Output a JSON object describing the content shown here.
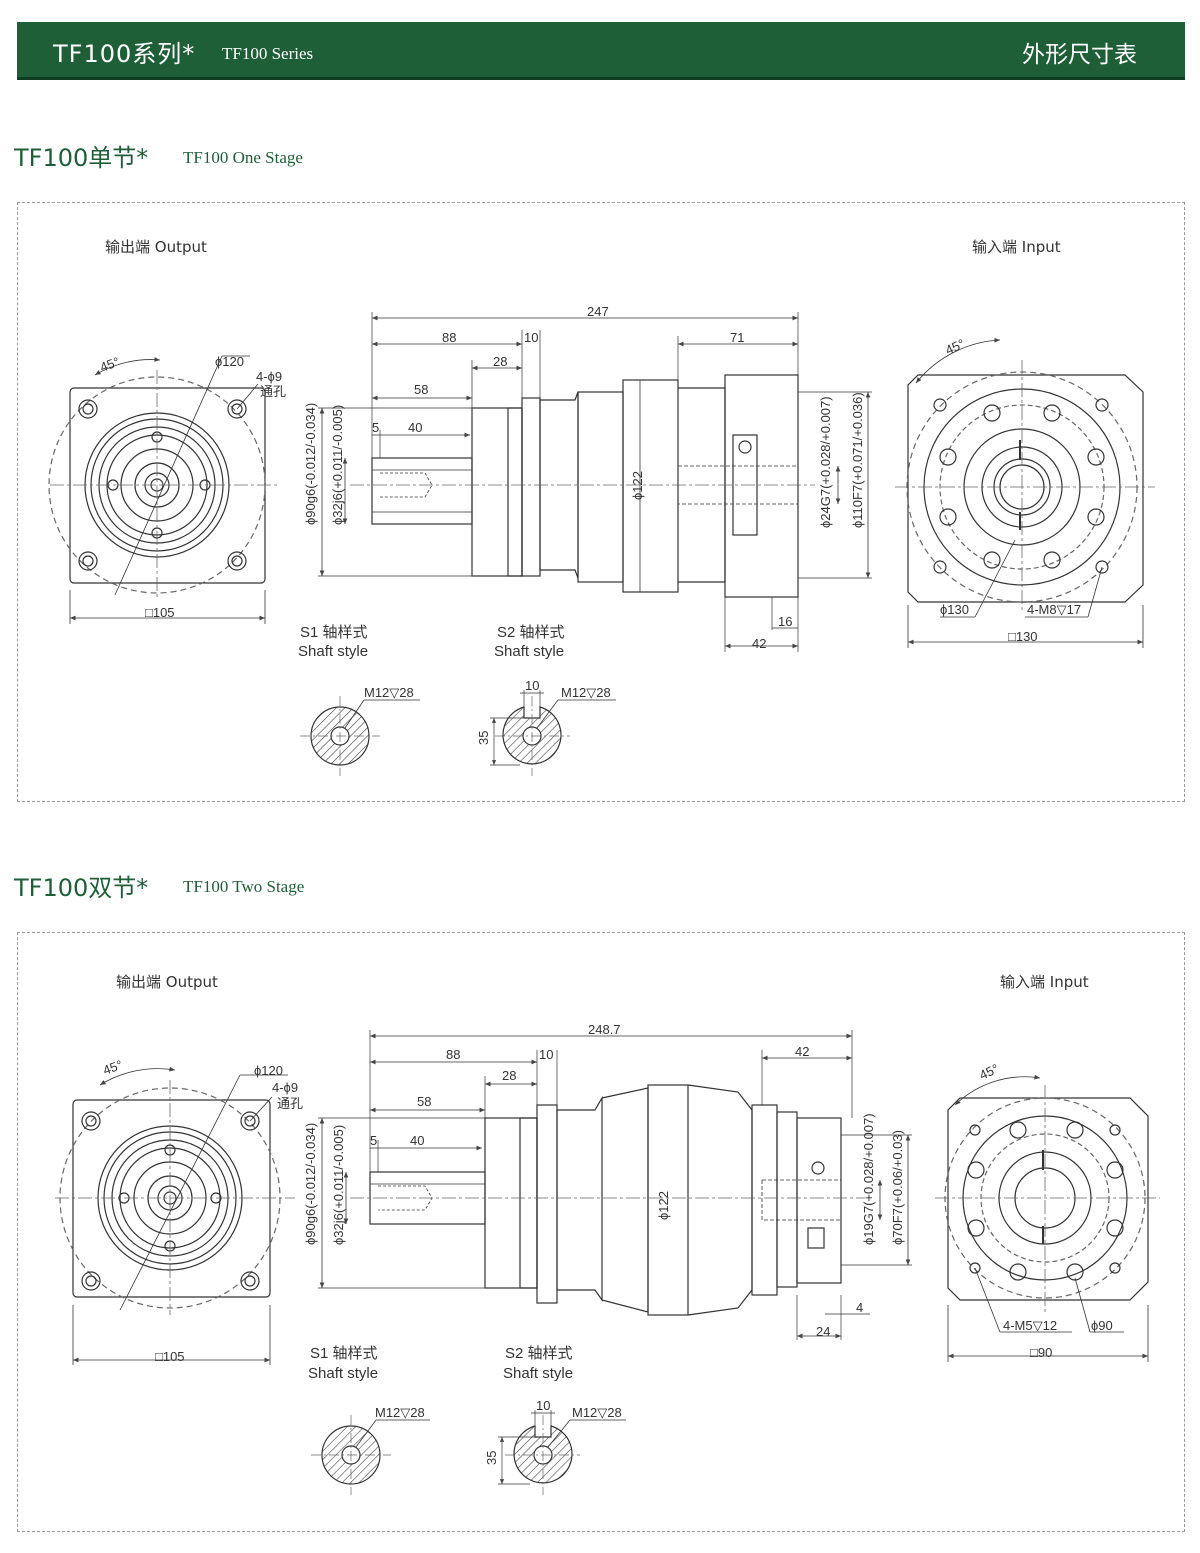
{
  "header": {
    "title_cn": "TF100系列*",
    "title_en": "TF100 Series",
    "right_label": "外形尺寸表"
  },
  "colors": {
    "brand_green": "#1f5f38"
  },
  "one_stage": {
    "title_cn": "TF100单节*",
    "title_en": "TF100 One Stage",
    "output_label": "输出端  Output",
    "input_label": "输入端  Input",
    "dims": {
      "total": "247",
      "d88": "88",
      "d10": "10",
      "d28": "28",
      "d58": "58",
      "d5": "5",
      "d40": "40",
      "d71": "71",
      "d16": "16",
      "d42": "42",
      "phi122": "ϕ122",
      "phi120": "ϕ120",
      "holes": "4-ϕ9",
      "through": "通孔",
      "angle": "45°",
      "sq_out": "□105",
      "phi130": "ϕ130",
      "tap": "4-M8▽17",
      "sq_in": "□130",
      "phi90": "ϕ90g6(-0.012/-0.034)",
      "phi32": "ϕ32j6(+0.011/-0.005)",
      "phi24": "ϕ24G7(+0.028/+0.007)",
      "phi110": "ϕ110F7(+0.071/+0.036)"
    },
    "shaft": {
      "s1_title": "S1 轴样式",
      "s1_sub": "Shaft style",
      "s2_title": "S2 轴样式",
      "s2_sub": "Shaft style",
      "s1_thread": "M12▽28",
      "s2_thread": "M12▽28",
      "key_width": "10",
      "key_height": "35"
    }
  },
  "two_stage": {
    "title_cn": "TF100双节*",
    "title_en": "TF100 Two Stage",
    "output_label": "输出端  Output",
    "input_label": "输入端  Input",
    "dims": {
      "total": "248.7",
      "d88": "88",
      "d10": "10",
      "d28": "28",
      "d58": "58",
      "d5": "5",
      "d40": "40",
      "d42": "42",
      "d4": "4",
      "d24": "24",
      "phi122": "ϕ122",
      "phi120": "ϕ120",
      "holes": "4-ϕ9",
      "through": "通孔",
      "angle": "45°",
      "sq_out": "□105",
      "tap": "4-M5▽12",
      "phi90in": "ϕ90",
      "sq_in": "□90",
      "phi90": "ϕ90g6(-0.012/-0.034)",
      "phi32": "ϕ32j6(+0.011/-0.005)",
      "phi19": "ϕ19G7(+0.028/+0.007)",
      "phi70": "ϕ70F7(+0.06/+0.03)"
    },
    "shaft": {
      "s1_title": "S1 轴样式",
      "s1_sub": "Shaft style",
      "s2_title": "S2 轴样式",
      "s2_sub": "Shaft style",
      "s1_thread": "M12▽28",
      "s2_thread": "M12▽28",
      "key_width": "10",
      "key_height": "35"
    }
  }
}
